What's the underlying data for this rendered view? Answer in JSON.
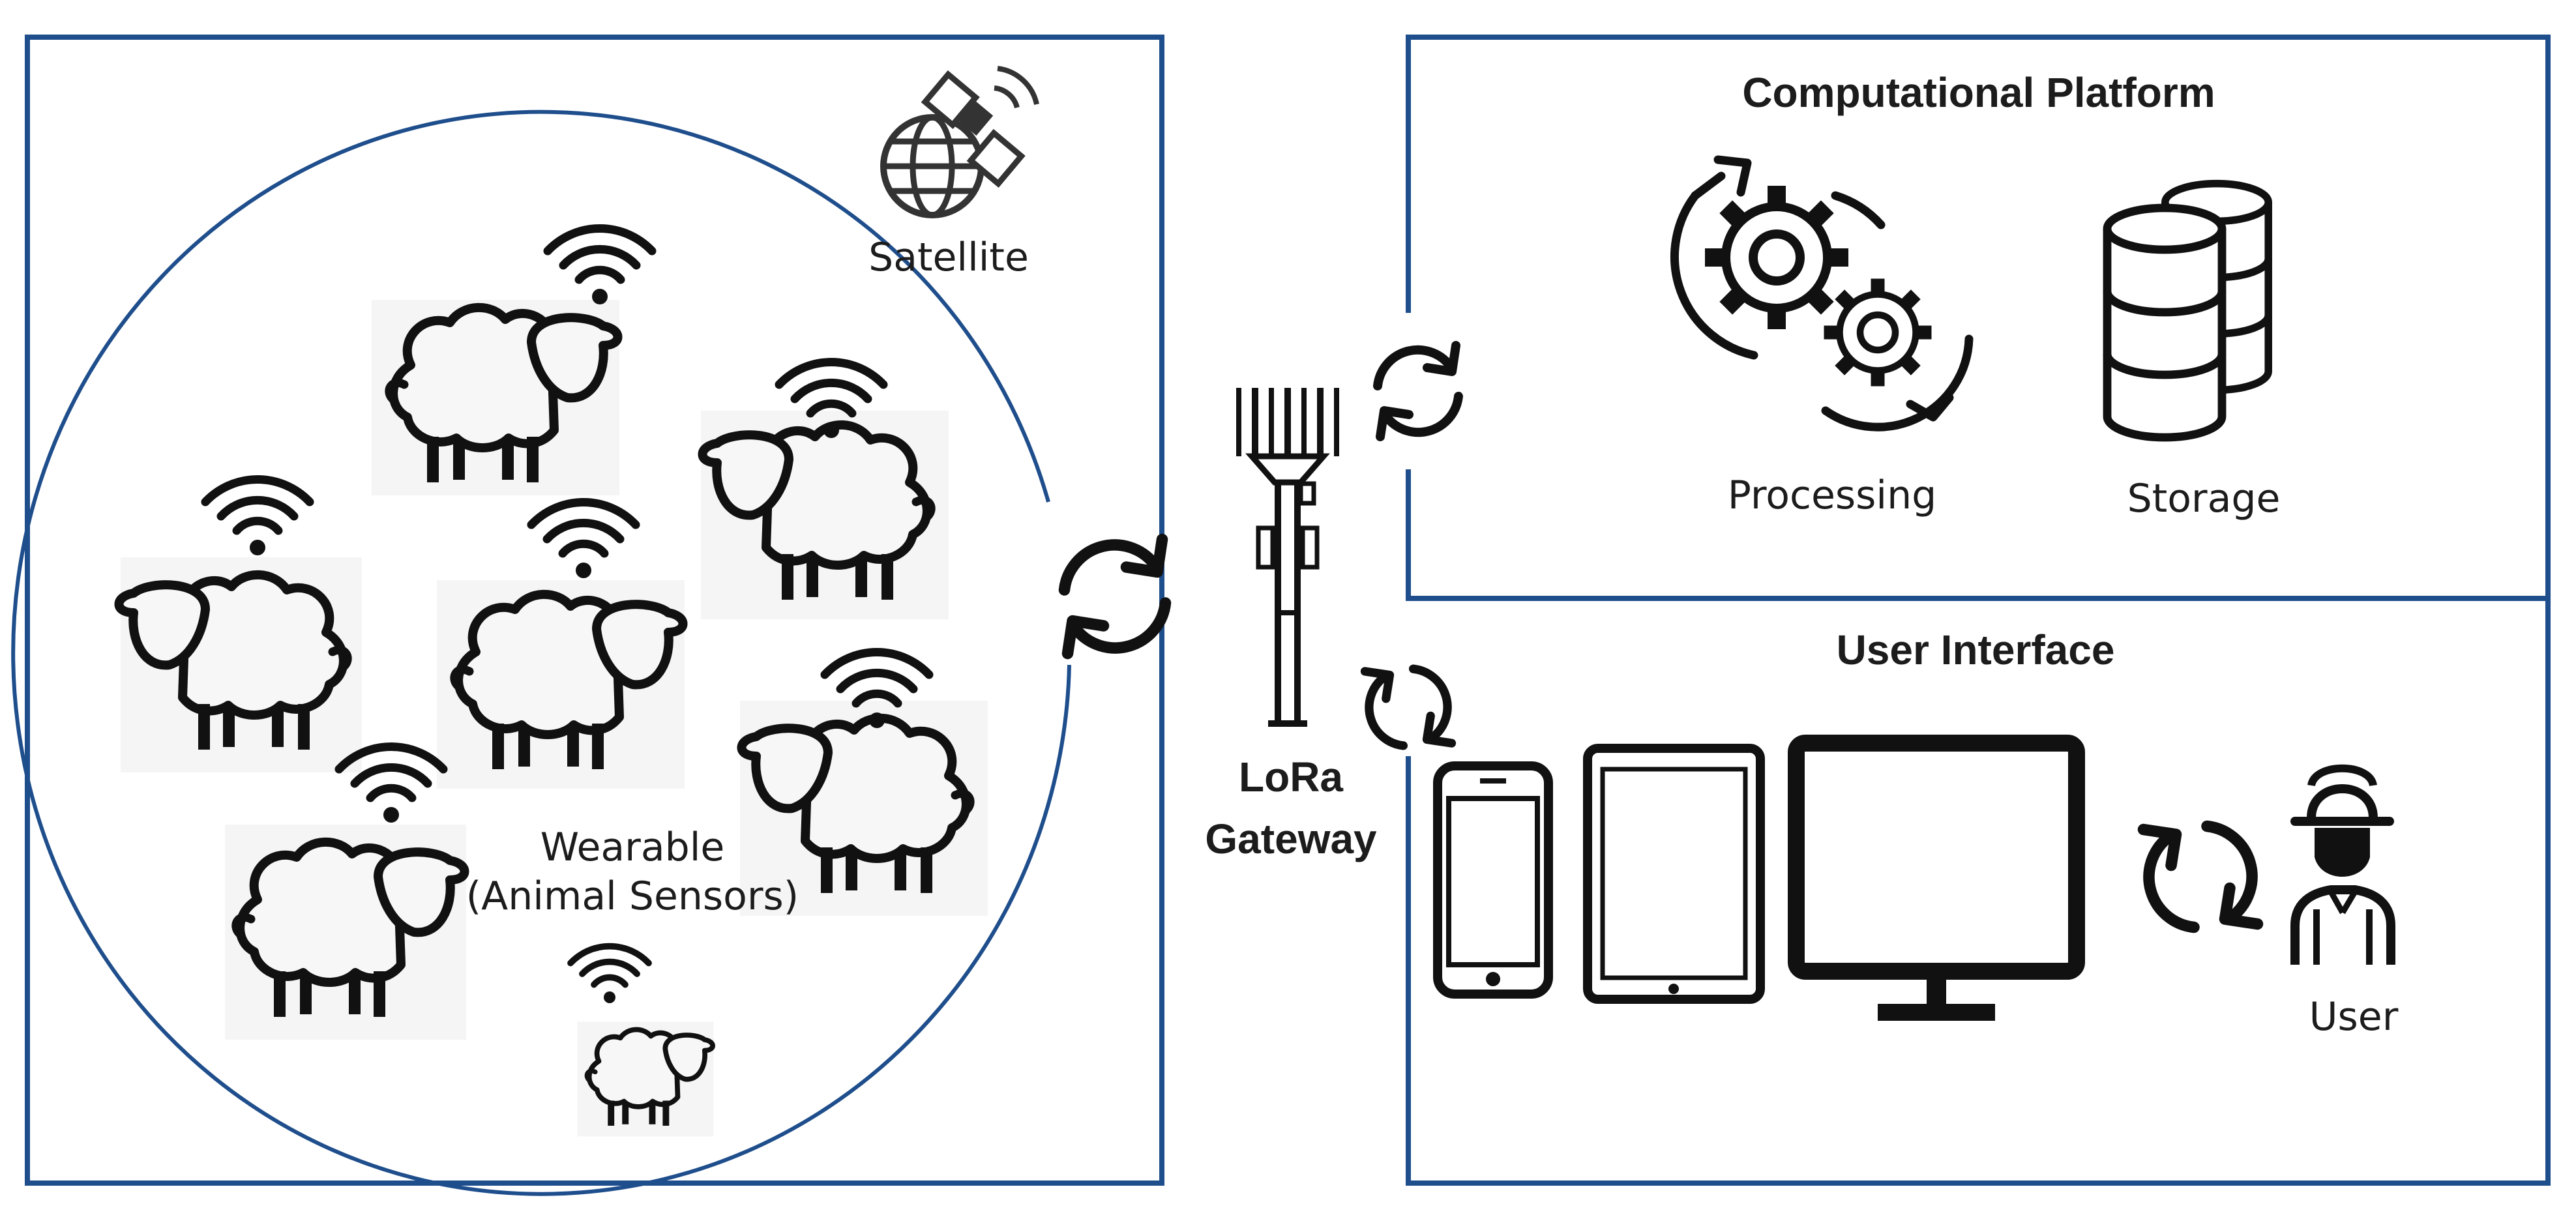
{
  "colors": {
    "frame": "#1f4e8c",
    "ink": "#111111",
    "sheep_bg": "#f5f5f5",
    "sheep_fill": "#f7f7f7"
  },
  "farm": {
    "satellite_label": "Satellite",
    "wearable_line1": "Wearable",
    "wearable_line2": "(Animal Sensors)"
  },
  "gateway": {
    "line1": "LoRa",
    "line2": "Gateway"
  },
  "computational": {
    "title": "Computational Platform",
    "processing_label": "Processing",
    "storage_label": "Storage"
  },
  "user_interface": {
    "title": "User Interface",
    "user_label": "User"
  },
  "icons": [
    "satellite-icon",
    "wifi-icon",
    "sheep-icon",
    "sync-arrows-icon",
    "cell-tower-icon",
    "gears-icon",
    "database-icon",
    "smartphone-icon",
    "tablet-icon",
    "monitor-icon",
    "farmer-icon"
  ]
}
